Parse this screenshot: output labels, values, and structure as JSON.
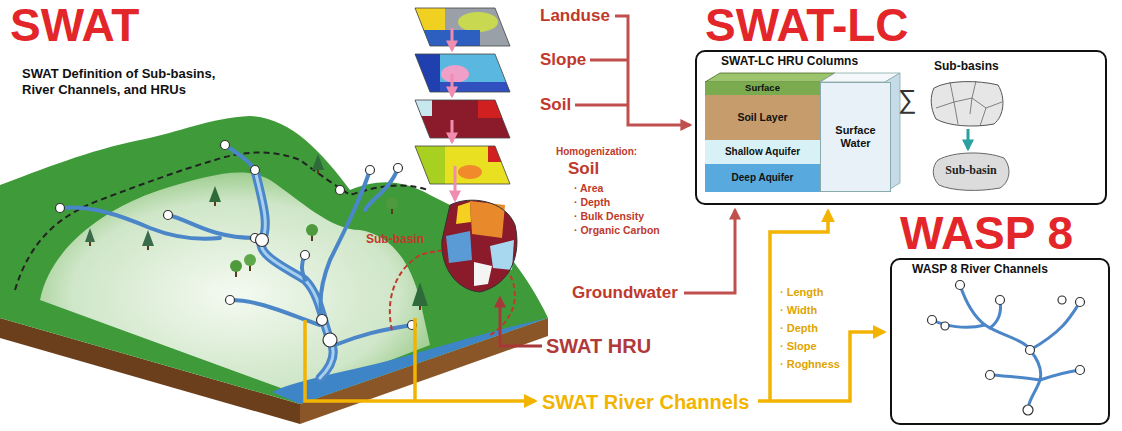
{
  "diagram": {
    "title": "SWAT",
    "nodes": [
      {
        "text": [
          "SWAT-LC",
          "SWAT-LC HRU Columns"
        ]
      },
      {
        "text": [
          "Surface"
        ],
        "in": 0
      },
      {
        "text": [
          "Soil Layer"
        ],
        "in": 0
      },
      {
        "text": [
          "Shallow Aquifer"
        ],
        "in": 0
      },
      {
        "text": [
          "Deep Aquifer"
        ],
        "in": 0
      },
      {
        "text": [
          "Surface Water"
        ],
        "in": 0
      },
      {
        "text": [
          "Sub-basins"
        ],
        "in": 0
      },
      {
        "text": [
          "Sub-basin"
        ],
        "in": 0
      },
      {
        "text": [
          "WASP 8",
          "WASP 8 River Channels"
        ]
      }
    ],
    "edges": [
      {
        "from": 6,
        "to": 7,
        "arrow": "to"
      }
    ],
    "labels": [
      "SWAT Definition of Sub-basins, River Channels, and HRUs",
      "Landuse",
      "Slope",
      "Soil",
      "Homogenization:",
      "Soil",
      "· Area",
      "· Depth",
      "· Bulk Density",
      "· Organic Carbon",
      "Sub-basin",
      "Groundwater",
      "SWAT HRU",
      "SWAT River Channels",
      "· Length",
      "· Width",
      "· Depth",
      "· Slope",
      "· Roghness",
      "∑"
    ]
  }
}
